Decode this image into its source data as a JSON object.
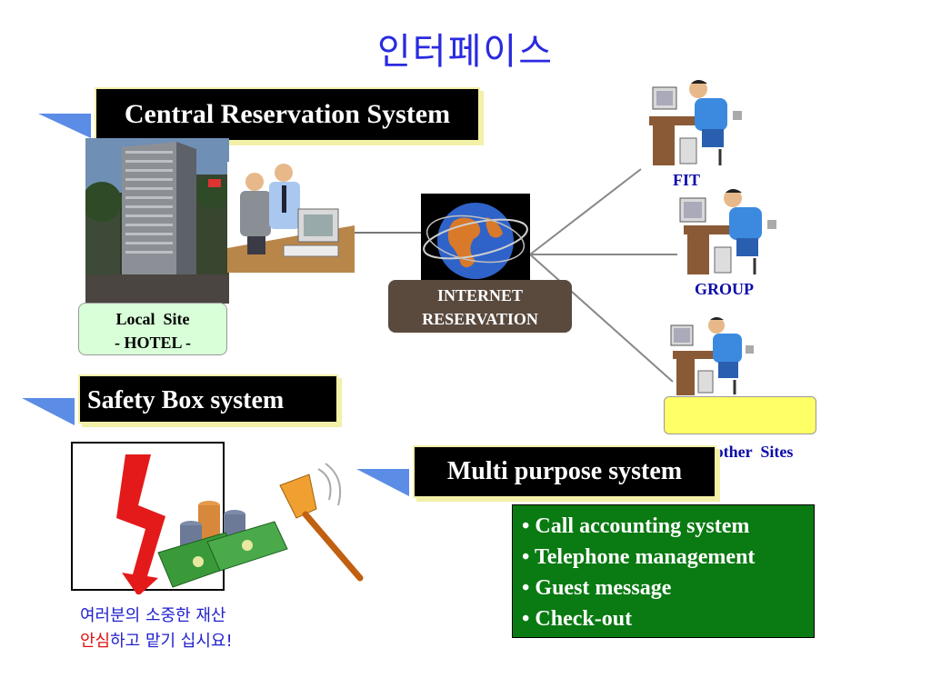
{
  "title": "인터페이스",
  "crs": {
    "label": "Central Reservation System"
  },
  "local_site": {
    "line1": "Local  Site",
    "line2": "- HOTEL -"
  },
  "internet": {
    "line1": "INTERNET",
    "line2": "RESERVATION"
  },
  "clients": {
    "fit": "FIT",
    "group": "GROUP",
    "another": "Another  Sites"
  },
  "safety": {
    "label": "Safety Box system",
    "msg_line1": "여러분의 소중한 재산",
    "msg_line2_red": "안심",
    "msg_line2_rest": "하고 맡기 십시요!"
  },
  "multi": {
    "label": "Multi purpose system",
    "items": [
      "• Call accounting system",
      "• Telephone management",
      "• Guest message",
      "• Check-out"
    ]
  },
  "colors": {
    "title_blue": "#2a2ae0",
    "accent_blue": "#5b8ce6",
    "green": "#0a7a12",
    "yellow": "#ffff66",
    "mint": "#d8ffd8"
  }
}
